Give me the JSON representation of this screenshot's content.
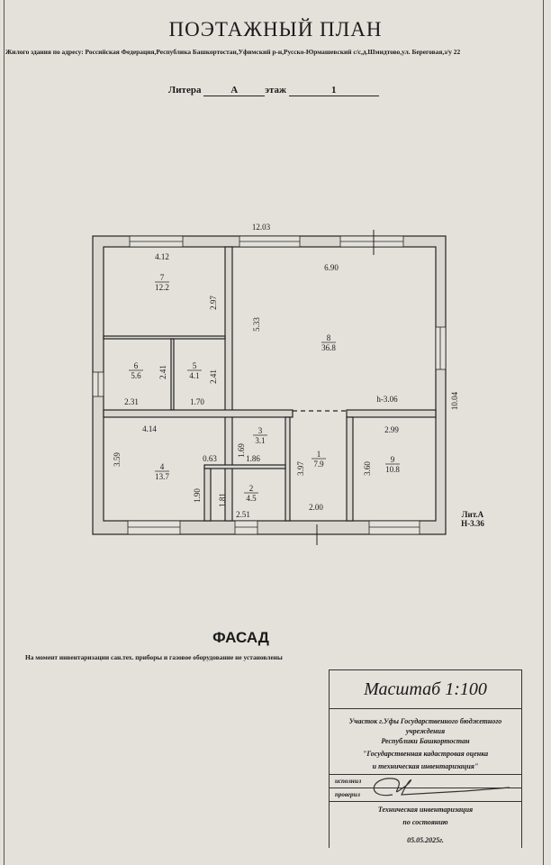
{
  "header": {
    "title": "ПОЭТАЖНЫЙ ПЛАН",
    "address": "Жилого здания  по адресу: Российская Федерация,Республика Башкортостан,Уфимский р-н,Русско-Юрмашевский с/с,д.Шмидтово,ул. Береговая,з/у 22",
    "litera_label": "Литера",
    "litera_value": "А",
    "floor_label": "этаж",
    "floor_value": "1"
  },
  "plan": {
    "overall_width": "12.03",
    "overall_depth": "10.04",
    "building_label": "Лит.А",
    "building_height": "Н-3.36",
    "ceiling_height": "h-3.06",
    "rooms": [
      {
        "number": "1",
        "area": "7.9"
      },
      {
        "number": "2",
        "area": "4.5"
      },
      {
        "number": "3",
        "area": "3.1"
      },
      {
        "number": "4",
        "area": "13.7"
      },
      {
        "number": "5",
        "area": "4.1"
      },
      {
        "number": "6",
        "area": "5.6"
      },
      {
        "number": "7",
        "area": "12.2"
      },
      {
        "number": "8",
        "area": "36.8"
      },
      {
        "number": "9",
        "area": "10.8"
      }
    ],
    "dimensions": [
      "4.12",
      "2.97",
      "6.90",
      "5.33",
      "2.41",
      "2.41",
      "2.31",
      "1.70",
      "4.14",
      "2.99",
      "1.69",
      "1.86",
      "0.63",
      "3.59",
      "3.97",
      "3.60",
      "1.90",
      "1.81",
      "2.00",
      "2.51"
    ]
  },
  "facade": {
    "title": "ФАСАД",
    "note": "На момент инвентаризации сан.тех. приборы и газовое оборудование не установлены"
  },
  "stamp": {
    "scale": "Масштаб 1:100",
    "org_line1": "Участок г.Уфы Государственного бюджетного учреждения",
    "org_line2": "Республики Башкортостан",
    "org_line3": "\"Государственная кадастровая оценка",
    "org_line4": "и техническая инвентаризация\"",
    "executed_label": "исполнил",
    "checked_label": "проверил",
    "inv_line1": "Техническая инвентаризация",
    "inv_line2": "по состоянию",
    "date": "05.05.2025г."
  }
}
